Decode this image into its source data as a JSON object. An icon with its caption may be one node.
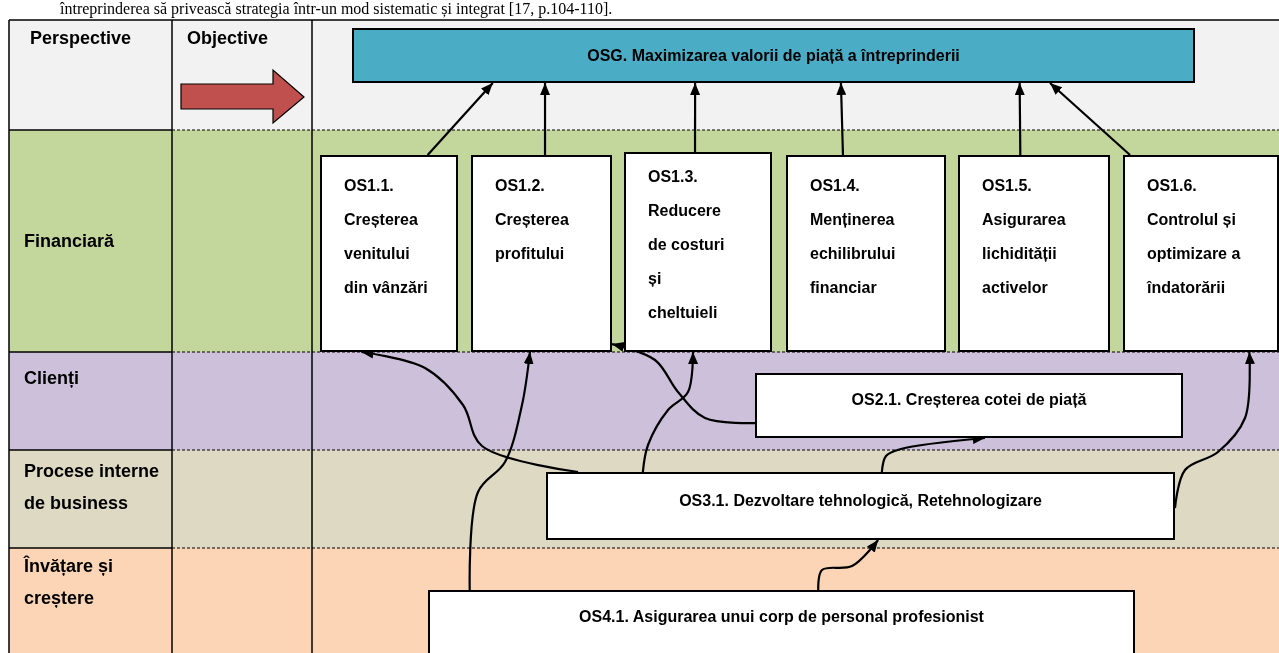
{
  "diagram": {
    "nodes": [
      {
        "text": [
          "OSG. Maximizarea valorii de piață a întreprinderii"
        ]
      },
      {
        "text": [
          "OS1.1. Creșterea venitului din vânzări"
        ]
      },
      {
        "text": [
          "OS1.2. Creșterea profitului"
        ]
      },
      {
        "text": [
          "OS1.3. Reducere de costuri și cheltuieli"
        ]
      },
      {
        "text": [
          "OS1.4. Menținerea echilibrului financiar"
        ]
      },
      {
        "text": [
          "OS1.5. Asigurarea lichidității activelor"
        ]
      },
      {
        "text": [
          "OS1.6. Controlul și optimizare a îndatorării"
        ]
      },
      {
        "text": [
          "OS2.1. Creșterea cotei de piață"
        ]
      },
      {
        "text": [
          "OS3.1. Dezvoltare tehnologică,  Retehnologizare"
        ]
      },
      {
        "text": [
          "OS4.1. Asigurarea unui corp de personal profesionist"
        ]
      }
    ],
    "edges": [
      {
        "from": 1,
        "to": 0,
        "arrow": "to"
      },
      {
        "from": 2,
        "to": 0,
        "arrow": "to"
      },
      {
        "from": 3,
        "to": 0,
        "arrow": "to"
      },
      {
        "from": 4,
        "to": 0,
        "arrow": "to"
      },
      {
        "from": 5,
        "to": 0,
        "arrow": "to"
      },
      {
        "from": 6,
        "to": 0,
        "arrow": "to"
      },
      {
        "from": 8,
        "to": 1,
        "arrow": "to"
      },
      {
        "from": 9,
        "to": 2,
        "arrow": "to"
      },
      {
        "from": 7,
        "to": 2,
        "arrow": "to"
      },
      {
        "from": 8,
        "to": 3,
        "arrow": "to"
      },
      {
        "from": 8,
        "to": 7,
        "arrow": "to"
      },
      {
        "from": 8,
        "to": 6,
        "arrow": "to"
      },
      {
        "from": 9,
        "to": 8,
        "arrow": "to"
      }
    ],
    "labels": [
      "întreprinderea să privească strategia într-un mod sistematic și integrat [17, p.104-110].",
      "Perspective",
      "Objective",
      "Financiară",
      "Clienți",
      "Procese interne de business",
      "Învățare și creștere"
    ]
  }
}
